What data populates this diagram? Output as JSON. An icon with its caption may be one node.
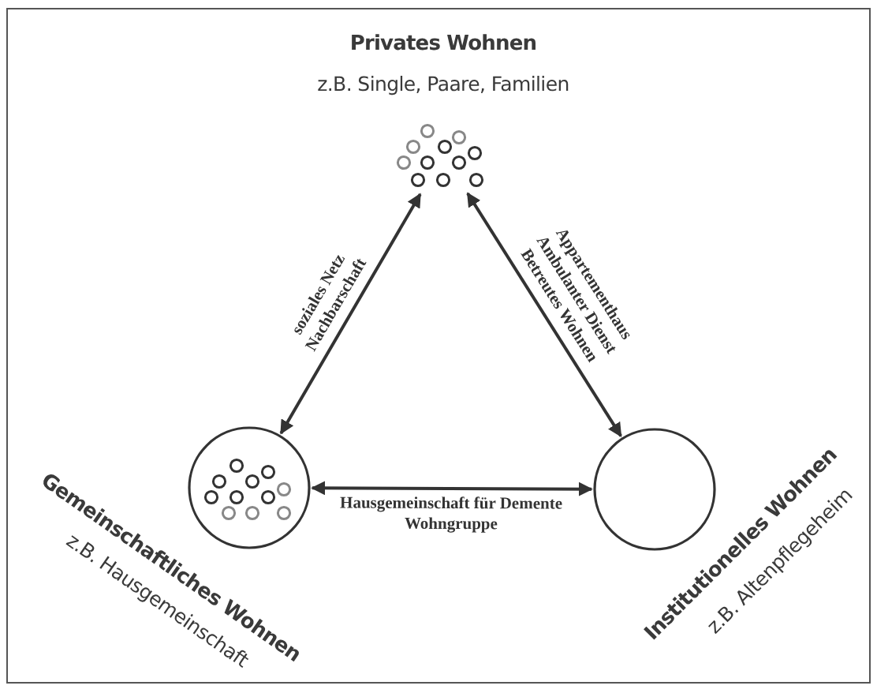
{
  "diagram": {
    "nodes": [
      {
        "text": [
          "Privates Wohnen",
          "z.B. Single, Paare, Familien"
        ]
      },
      {
        "text": [
          "Gemeinschaftliches Wohnen",
          "z.B. Hausgemeinschaft"
        ]
      },
      {
        "text": [
          "Institutionelles Wohnen",
          "z.B. Altenpflegeheim"
        ]
      }
    ],
    "edges": [
      {
        "from": 0,
        "to": 1,
        "arrow": "both",
        "label": "soziales Netz Nachbarschaft"
      },
      {
        "from": 0,
        "to": 2,
        "arrow": "both",
        "label": "Appartementhaus Ambulanter Dienst Betreutes Wohnen"
      },
      {
        "from": 1,
        "to": 2,
        "arrow": "both",
        "label": "Hausgemeinschaft für Demente Wohngruppe"
      }
    ]
  }
}
